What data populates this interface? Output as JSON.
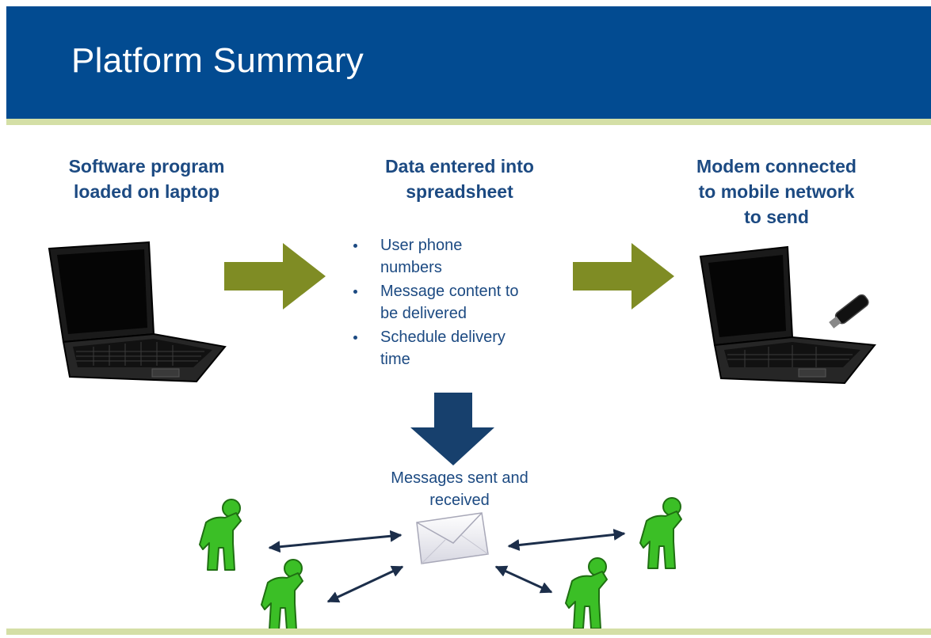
{
  "header": {
    "title": "Platform Summary"
  },
  "steps": [
    {
      "title_line1": "Software program",
      "title_line2": "loaded on laptop"
    },
    {
      "title_line1": "Data entered into",
      "title_line2": "spreadsheet"
    },
    {
      "title_line1": "Modem connected",
      "title_line2": "to mobile network",
      "title_line3": "to send"
    }
  ],
  "bullets": [
    {
      "line1": "User phone",
      "line2": "numbers"
    },
    {
      "line1": "Message content to",
      "line2": "be delivered"
    },
    {
      "line1": "Schedule delivery",
      "line2": "time"
    }
  ],
  "caption": {
    "line1": "Messages sent and",
    "line2": "received"
  },
  "icons": {
    "laptop_left": "laptop-icon",
    "laptop_right": "laptop-with-modem-icon",
    "arrow_right": "arrow-right-icon",
    "arrow_down": "arrow-down-icon",
    "envelope": "envelope-icon",
    "person": "person-on-phone-icon"
  },
  "colors": {
    "header_bg": "#024b91",
    "rule": "#d4dfa6",
    "text": "#1c4a82",
    "arrow_olive": "#7f8c24",
    "arrow_navy": "#17406d",
    "person_green": "#3bbf26"
  }
}
